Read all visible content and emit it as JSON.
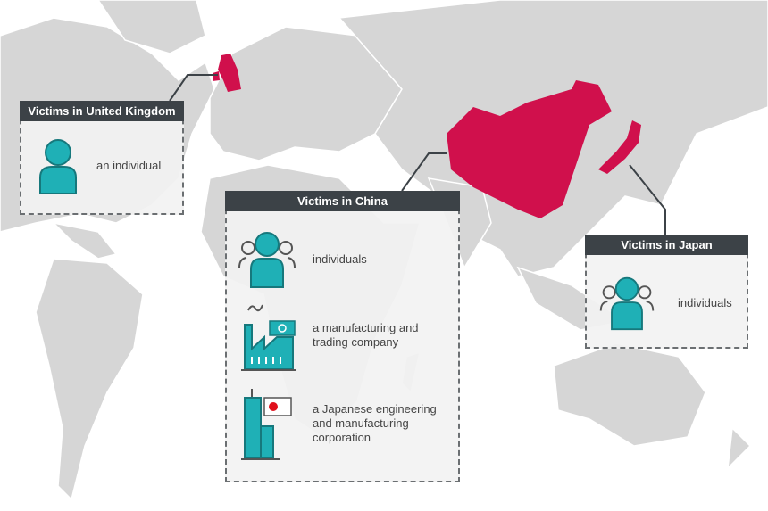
{
  "colors": {
    "highlight": "#d0104c",
    "land": "#d6d6d6",
    "teal": "#1fb0b6",
    "header": "#3c4247"
  },
  "uk": {
    "title": "Victims in United Kingdom",
    "items": [
      {
        "icon": "person-icon",
        "label": "an individual"
      }
    ]
  },
  "china": {
    "title": "Victims in China",
    "items": [
      {
        "icon": "group-icon",
        "label": "individuals"
      },
      {
        "icon": "factory-icon",
        "label": "a manufacturing and trading company"
      },
      {
        "icon": "office-building-japan-flag-icon",
        "label": "a Japanese engineering and manufacturing corporation"
      }
    ]
  },
  "japan": {
    "title": "Victims in Japan",
    "items": [
      {
        "icon": "group-icon",
        "label": "individuals"
      }
    ]
  }
}
